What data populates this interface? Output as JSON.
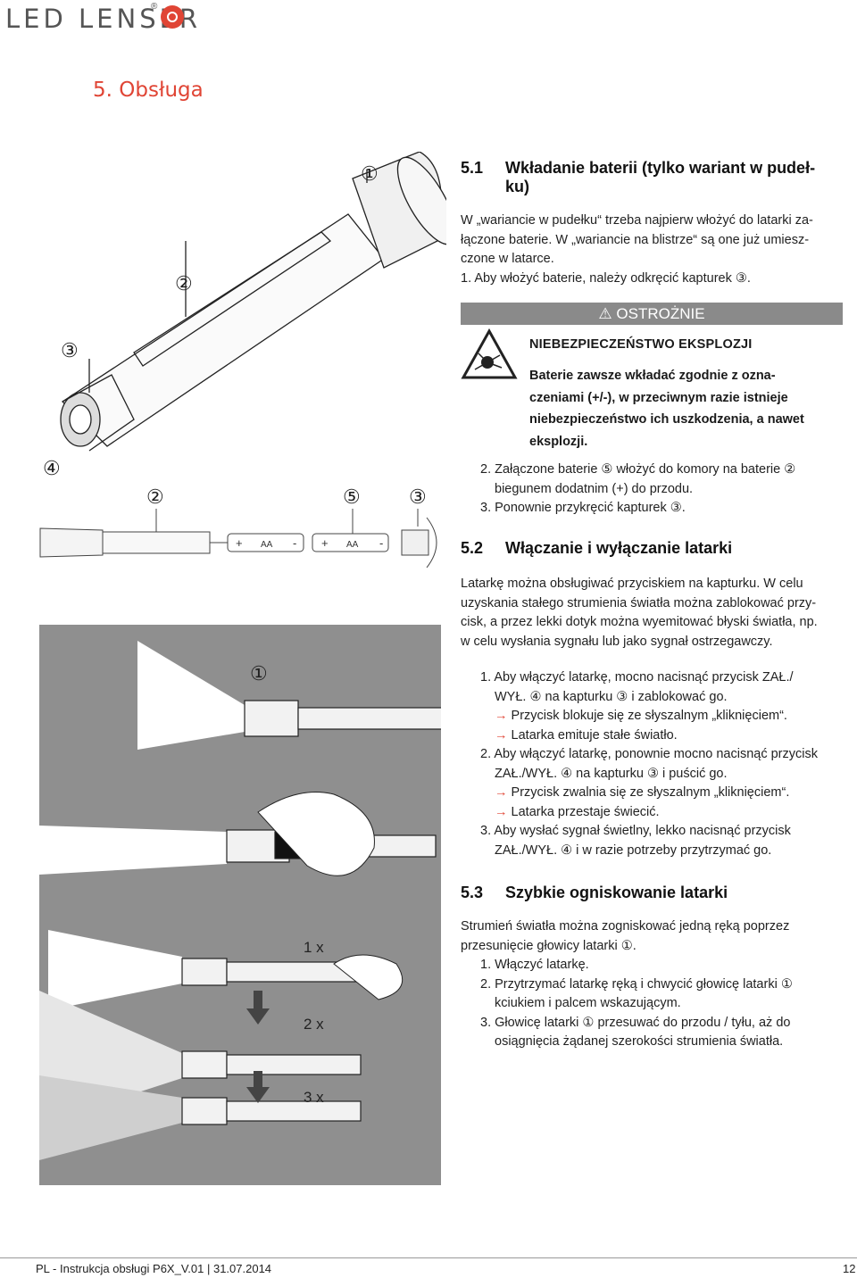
{
  "header": {
    "logo": "LED LENSER",
    "logo_reg": "®"
  },
  "chapter_title": "5. Obsługa",
  "s51": {
    "num": "5.1",
    "title_l1": "Wkładanie baterii (tylko wariant w pudeł-",
    "title_l2": "ku)",
    "p": [
      "W „wariancie w pudełku“ trzeba najpierw włożyć do latarki za-",
      "łączone baterie. W „wariancie na blistrze“ są one już umiesz-",
      "czone w latarce."
    ],
    "step1": "1. Aby włożyć baterie, należy odkręcić kapturek ③."
  },
  "warning": {
    "header": "⚠ OSTROŻNIE",
    "title": "NIEBEZPIECZEŃSTWO EKSPLOZJI",
    "body": [
      "Baterie zawsze wkładać zgodnie z ozna-",
      "czeniami (+/-), w przeciwnym razie istnieje",
      "niebezpieczeństwo ich uszkodzenia, a nawet",
      "eksplozji."
    ]
  },
  "steps23": {
    "s2a": "2. Załączone baterie ⑤ włożyć do komory na baterie ②",
    "s2b": "biegunem dodatnim (+) do przodu.",
    "s3": "3. Ponownie przykręcić kapturek ③."
  },
  "s52": {
    "num": "5.2",
    "title": "Włączanie i wyłączanie latarki",
    "p": [
      "Latarkę można obsługiwać przyciskiem na kapturku. W celu",
      "uzyskania stałego strumienia światła można zablokować przy-",
      "cisk, a przez lekki dotyk można wyemitować błyski światła, np.",
      "w celu wysłania sygnału lub jako sygnał ostrzegawczy."
    ],
    "l1a": "1. Aby włączyć latarkę, mocno nacisnąć przycisk ZAŁ./",
    "l1b": "WYŁ. ④ na kapturku ③ i zablokować go.",
    "r1": "Przycisk blokuje się ze słyszalnym „kliknięciem“.",
    "r2": "Latarka emituje stałe światło.",
    "l2a": "2. Aby włączyć latarkę, ponownie mocno nacisnąć przycisk",
    "l2b": "ZAŁ./WYŁ. ④ na kapturku ③ i puścić go.",
    "r3": "Przycisk zwalnia się ze słyszalnym „kliknięciem“.",
    "r4": "Latarka przestaje świecić.",
    "l3a": "3. Aby wysłać sygnał świetlny, lekko nacisnąć przycisk",
    "l3b": "ZAŁ./WYŁ. ④ i w razie potrzeby przytrzymać go."
  },
  "s53": {
    "num": "5.3",
    "title": "Szybkie ogniskowanie latarki",
    "p": [
      "Strumień światła można zogniskować jedną ręką poprzez",
      "przesunięcie głowicy latarki ①."
    ],
    "l1": "1. Włączyć latarkę.",
    "l2a": "2. Przytrzymać latarkę ręką i chwycić głowicę latarki ①",
    "l2b": "kciukiem i palcem wskazującym.",
    "l3a": "3. Głowicę latarki ① przesuwać do przodu / tyłu, aż do",
    "l3b": "osiągnięcia żądanej szerokości strumienia światła."
  },
  "figure": {
    "callouts": [
      "①",
      "②",
      "③",
      "④",
      "②",
      "⑤",
      "③",
      "①"
    ],
    "battery": "AA",
    "plus": "+",
    "minus": "-",
    "counts": [
      "1 x",
      "2 x",
      "3 x"
    ]
  },
  "footer": {
    "left": "PL - Instrukcja obsługi P6X_V.01 | 31.07.2014",
    "page": "12"
  }
}
